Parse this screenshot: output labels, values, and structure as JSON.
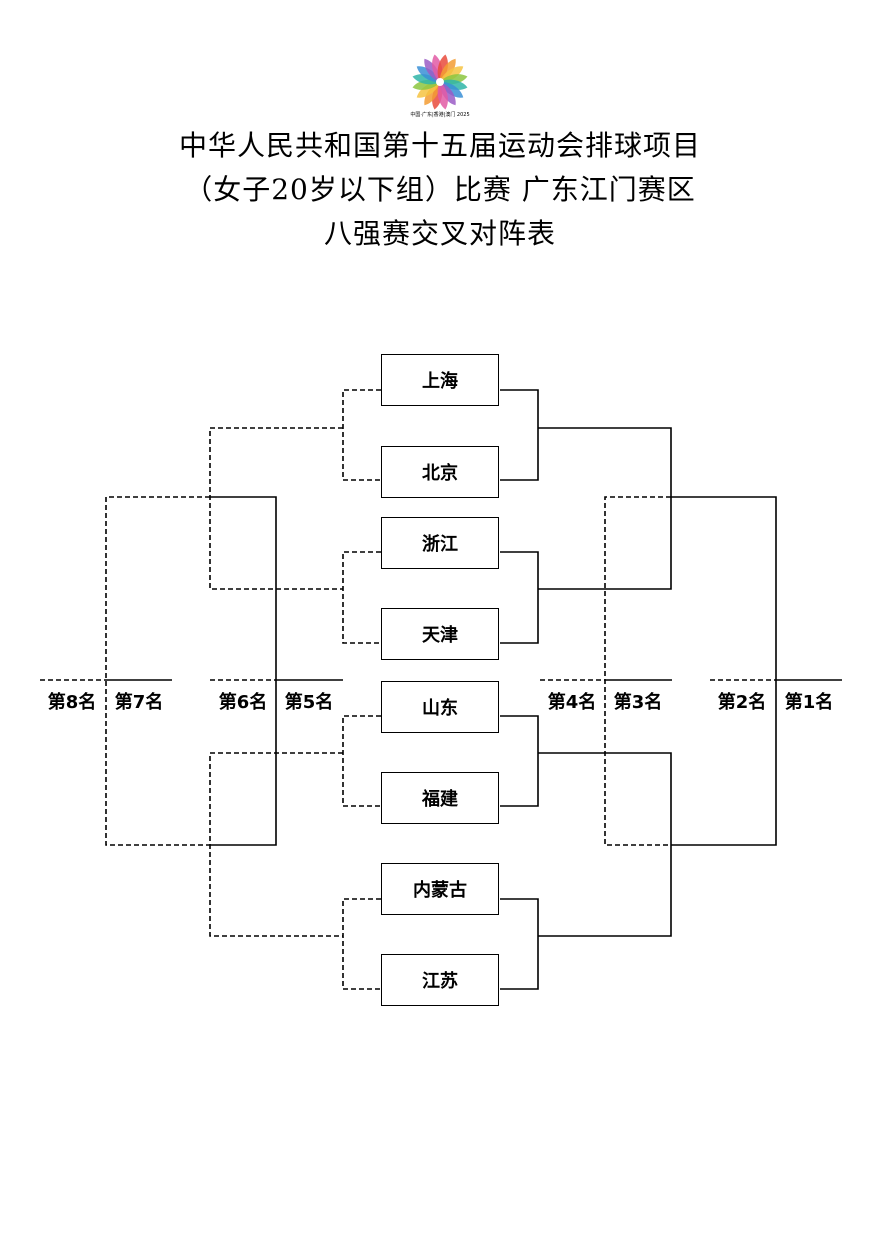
{
  "header": {
    "logo_text": "中国·广东|香港|澳门 2025",
    "title_lines": [
      "中华人民共和国第十五届运动会排球项目",
      "（女子20岁以下组）比赛 广东江门赛区",
      "八强赛交叉对阵表"
    ]
  },
  "teams": [
    "上海",
    "北京",
    "浙江",
    "天津",
    "山东",
    "福建",
    "内蒙古",
    "江苏"
  ],
  "ranks": {
    "r8": "第8名",
    "r7": "第7名",
    "r6": "第6名",
    "r5": "第5名",
    "r4": "第4名",
    "r3": "第3名",
    "r2": "第2名",
    "r1": "第1名"
  },
  "colors": {
    "line": "#000000",
    "logo_petals": [
      "#e94b3c",
      "#f39c32",
      "#f6c342",
      "#8cc63f",
      "#2fb5a8",
      "#3a8fd6",
      "#9a5cc6",
      "#e25aa5"
    ]
  }
}
